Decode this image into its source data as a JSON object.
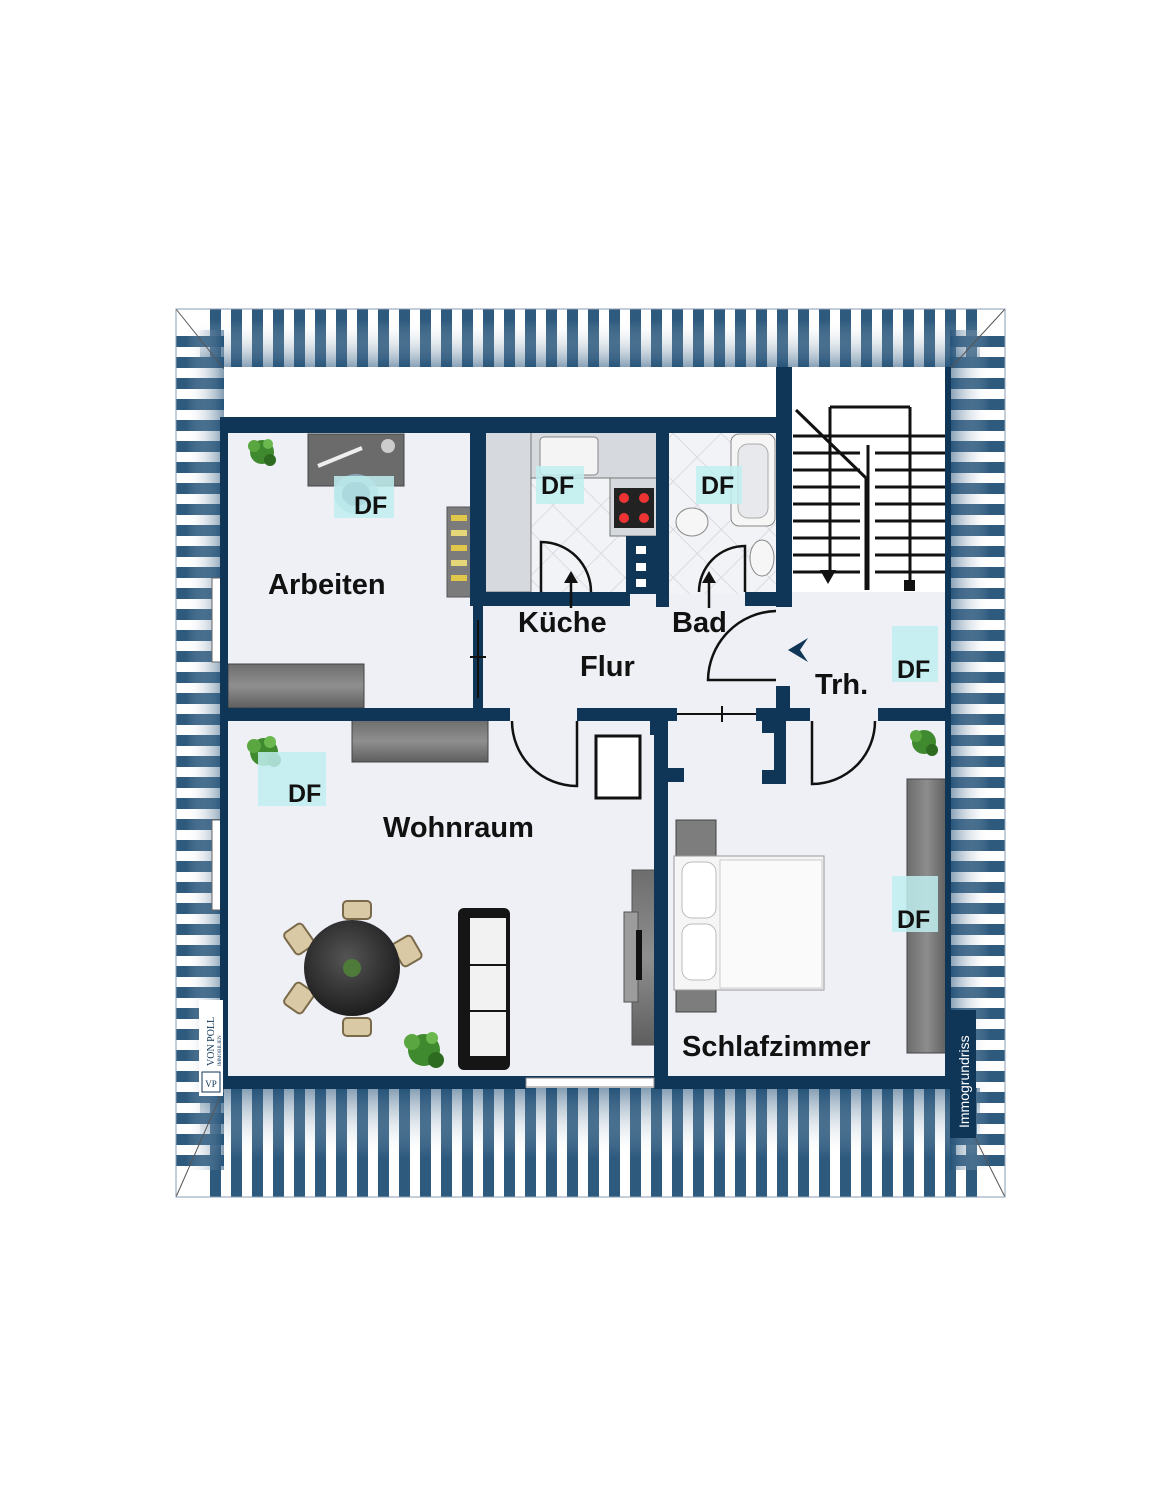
{
  "rooms": {
    "arbeiten": "Arbeiten",
    "kueche": "Küche",
    "bad": "Bad",
    "flur": "Flur",
    "treppenhaus": "Trh.",
    "wohnraum": "Wohnraum",
    "schlafzimmer": "Schlafzimmer"
  },
  "skylight_label": "DF",
  "branding": {
    "logo_monogram": "VP",
    "logo_name": "VON POLL",
    "logo_sub": "IMMOBILIEN",
    "credit": "Immogrundriss"
  },
  "colors": {
    "wall": "#0f3557",
    "floor": "#eef0f6",
    "tile": "#dfe3ea",
    "skylight": "#bfeef0",
    "furniture_dark": "#5a5a5a",
    "plant": "#3f8a2e"
  }
}
